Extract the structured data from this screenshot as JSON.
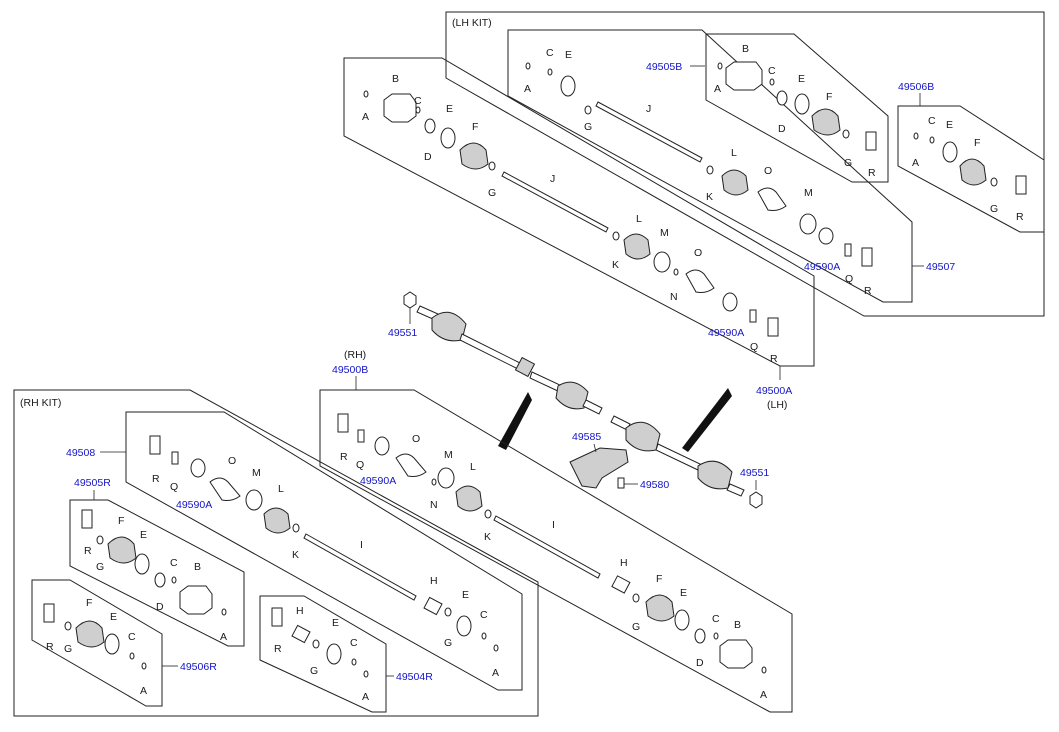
{
  "kits": {
    "lh_kit": "(LH KIT)",
    "rh_kit": "(RH KIT)",
    "rh_side": "(RH)",
    "lh_side": "(LH)"
  },
  "refs": {
    "r49505B": "49505B",
    "r49506B": "49506B",
    "r49507": "49507",
    "r49590A_1": "49590A",
    "r49590A_2": "49590A",
    "r49590A_3": "49590A",
    "r49590A_4": "49590A",
    "r49551_1": "49551",
    "r49551_2": "49551",
    "r49500A": "49500A",
    "r49500B": "49500B",
    "r49585": "49585",
    "r49580": "49580",
    "r49508": "49508",
    "r49505R": "49505R",
    "r49506R": "49506R",
    "r49504R": "49504R"
  },
  "letters": {
    "A": "A",
    "B": "B",
    "C": "C",
    "D": "D",
    "E": "E",
    "F": "F",
    "G": "G",
    "H": "H",
    "I": "I",
    "J": "J",
    "K": "K",
    "L": "L",
    "M": "M",
    "N": "N",
    "O": "O",
    "Q": "Q",
    "R": "R"
  }
}
